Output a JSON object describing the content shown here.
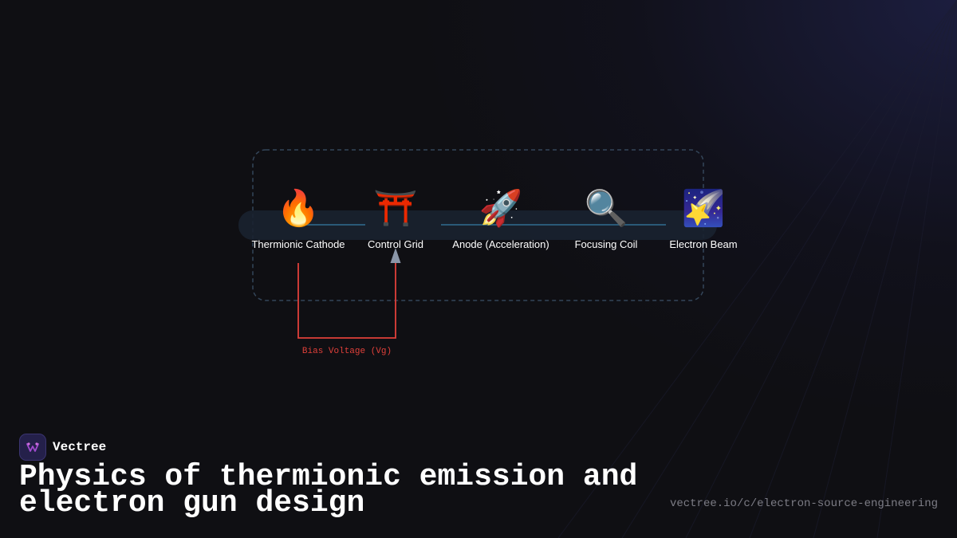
{
  "brand": {
    "name": "Vectree"
  },
  "title": "Physics of thermionic emission and electron gun design",
  "url": "vectree.io/c/electron-source-engineering",
  "colors": {
    "background": "#0f0f13",
    "accent_red": "#e0403a",
    "cluster_border": "#34465a",
    "beam_track": "#1a2230",
    "beam_line": "#2a5a78",
    "brand_logo_bg": "#24204a",
    "url_gray": "#7c7c85"
  },
  "diagram": {
    "nodes": [
      {
        "id": "cathode",
        "icon": "🔥",
        "icon_name": "fire-icon",
        "label": "Thermionic Cathode"
      },
      {
        "id": "grid",
        "icon": "⛩️",
        "icon_name": "torii-gate-icon",
        "label": "Control Grid"
      },
      {
        "id": "anode",
        "icon": "🚀",
        "icon_name": "rocket-icon",
        "label": "Anode (Acceleration)"
      },
      {
        "id": "coil",
        "icon": "🔍",
        "icon_name": "magnifying-glass-icon",
        "label": "Focusing Coil"
      },
      {
        "id": "beam",
        "icon": "🌠",
        "icon_name": "shooting-star-icon",
        "label": "Electron Beam"
      }
    ],
    "edges": [
      {
        "from": "cathode",
        "to": "grid",
        "label": "Bias Voltage (Vg)"
      }
    ]
  }
}
